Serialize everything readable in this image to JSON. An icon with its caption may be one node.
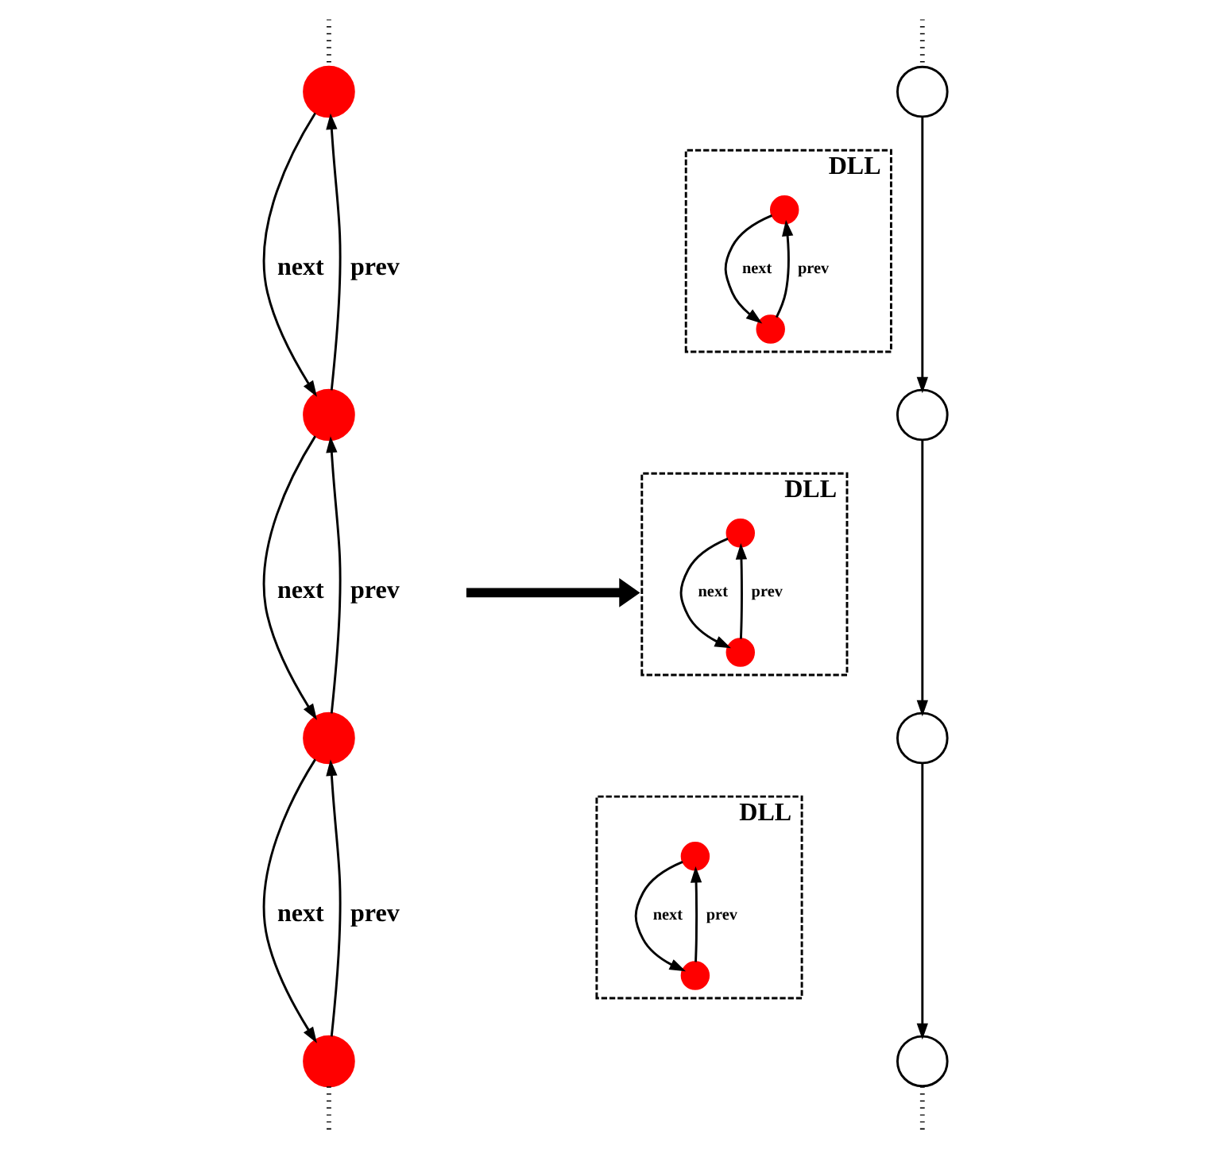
{
  "diagram": {
    "nodes": [
      {
        "text": [],
        "shape": "circle"
      },
      {
        "text": [],
        "shape": "circle"
      },
      {
        "text": [],
        "shape": "circle"
      },
      {
        "text": [],
        "shape": "circle"
      },
      {
        "text": [],
        "shape": "circle"
      },
      {
        "text": [],
        "shape": "circle"
      },
      {
        "text": [],
        "shape": "circle"
      },
      {
        "text": [],
        "shape": "circle"
      },
      {
        "text": [
          "DLL"
        ]
      },
      {
        "text": [],
        "shape": "circle",
        "in": 8
      },
      {
        "text": [],
        "shape": "circle",
        "in": 8
      },
      {
        "text": [
          "DLL"
        ]
      },
      {
        "text": [],
        "shape": "circle",
        "in": 11
      },
      {
        "text": [],
        "shape": "circle",
        "in": 11
      },
      {
        "text": [
          "DLL"
        ]
      },
      {
        "text": [],
        "shape": "circle",
        "in": 14
      },
      {
        "text": [],
        "shape": "circle",
        "in": 14
      }
    ],
    "edges": [
      {
        "from": null,
        "to": 0,
        "arrow": "none",
        "style": "dashed"
      },
      {
        "from": 0,
        "to": 1,
        "arrow": "to",
        "label": "next"
      },
      {
        "from": 1,
        "to": 0,
        "arrow": "to",
        "label": "prev"
      },
      {
        "from": 1,
        "to": 2,
        "arrow": "to",
        "label": "next"
      },
      {
        "from": 2,
        "to": 1,
        "arrow": "to",
        "label": "prev"
      },
      {
        "from": 2,
        "to": 3,
        "arrow": "to",
        "label": "next"
      },
      {
        "from": 3,
        "to": 2,
        "arrow": "to",
        "label": "prev"
      },
      {
        "from": 3,
        "to": null,
        "arrow": "none",
        "style": "dashed"
      },
      {
        "from": null,
        "to": 4,
        "arrow": "none",
        "style": "dashed"
      },
      {
        "from": 4,
        "to": 5,
        "arrow": "to"
      },
      {
        "from": 5,
        "to": 6,
        "arrow": "to"
      },
      {
        "from": 6,
        "to": 7,
        "arrow": "to"
      },
      {
        "from": 7,
        "to": null,
        "arrow": "none",
        "style": "dashed"
      },
      {
        "from": 9,
        "to": 10,
        "arrow": "to",
        "label": "next"
      },
      {
        "from": 10,
        "to": 9,
        "arrow": "to",
        "label": "prev"
      },
      {
        "from": 12,
        "to": 13,
        "arrow": "to",
        "label": "next"
      },
      {
        "from": 13,
        "to": 12,
        "arrow": "to",
        "label": "prev"
      },
      {
        "from": 15,
        "to": 16,
        "arrow": "to",
        "label": "next"
      },
      {
        "from": 16,
        "to": 15,
        "arrow": "to",
        "label": "prev"
      }
    ]
  }
}
